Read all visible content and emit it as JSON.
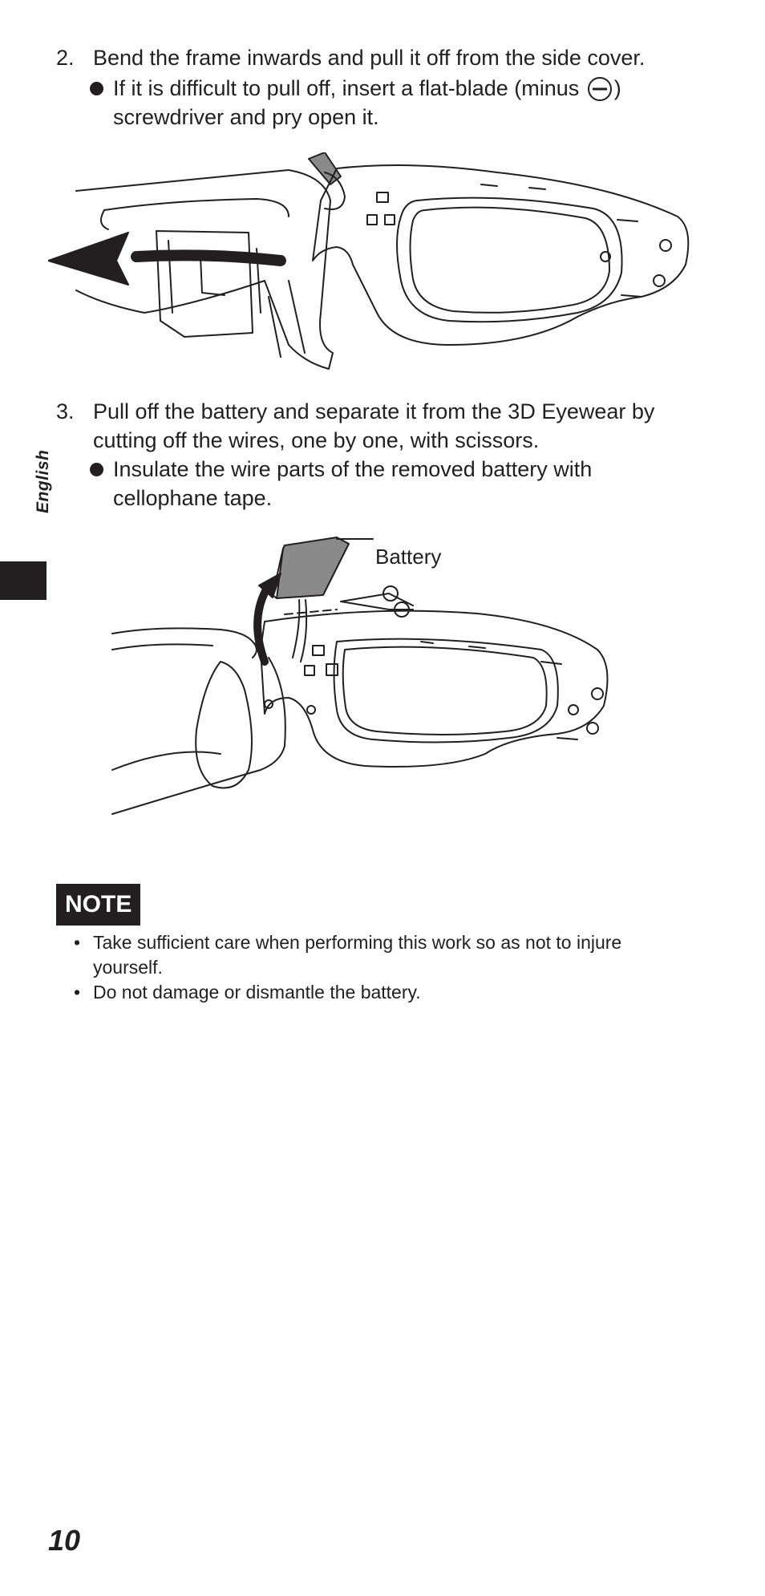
{
  "steps": [
    {
      "number": "2.",
      "text": "Bend the frame inwards and pull it off from the side cover.",
      "bullets": [
        {
          "text_before": "If it is difficult to pull off, insert a flat-blade (minus",
          "text_after": ")",
          "text_line2": "screwdriver and pry open it."
        }
      ]
    },
    {
      "number": "3.",
      "text": "Pull off the battery and separate it from the 3D Eyewear by cutting off the wires, one by one, with scissors.",
      "bullets": [
        {
          "text": "Insulate the wire parts of the removed battery with cellophane tape."
        }
      ]
    }
  ],
  "figures": {
    "figure2": {
      "icon": "eyewear-frame-removal-icon"
    },
    "figure3": {
      "battery_label": "Battery",
      "icon": "eyewear-battery-removal-icon"
    }
  },
  "side_label": "English",
  "note": {
    "badge": "NOTE",
    "items": [
      "Take sufficient care when performing this work so as not to injure yourself.",
      "Do not damage or dismantle the battery."
    ]
  },
  "page_number": "10"
}
